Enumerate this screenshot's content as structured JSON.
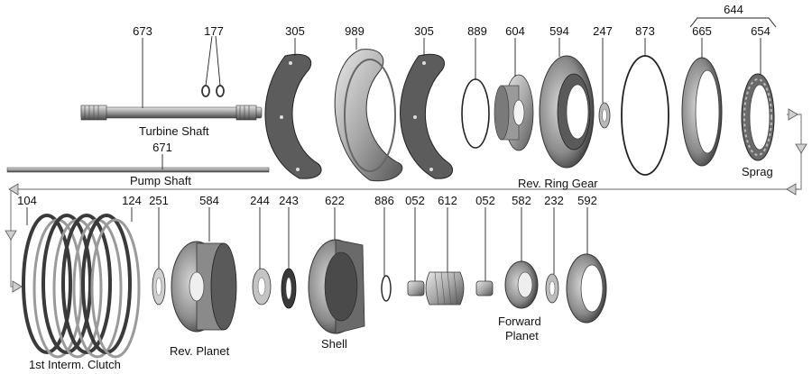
{
  "diagram": {
    "top_row": {
      "part_numbers": {
        "turbine_shaft": "673",
        "snap_rings": "177",
        "gasket_left": "305",
        "plate": "989",
        "gasket_right": "305",
        "snap_ring": "889",
        "pump_hub": "604",
        "rev_ring_gear": "594",
        "washer": "247",
        "large_snap_ring": "873",
        "race": "665",
        "sprag": "654",
        "sprag_assembly": "644",
        "pump_shaft": "671"
      },
      "labels": {
        "turbine_shaft": "Turbine Shaft",
        "pump_shaft": "Pump Shaft",
        "rev_ring_gear": "Rev. Ring Gear",
        "sprag": "Sprag"
      }
    },
    "bottom_row": {
      "part_numbers": {
        "clutch_start": "104",
        "clutch_end": "124",
        "thrust_washer": "251",
        "rev_planet": "584",
        "washer_a": "244",
        "washer_b": "243",
        "shell": "622",
        "snap_ring": "886",
        "bearing_left": "052",
        "sun_gear": "612",
        "bearing_right": "052",
        "forward_planet": "582",
        "washer_c": "232",
        "ring_gear": "592"
      },
      "labels": {
        "clutch": "1st Interm. Clutch",
        "rev_planet": "Rev. Planet",
        "shell": "Shell",
        "forward_planet_line1": "Forward",
        "forward_planet_line2": "Planet"
      }
    },
    "colors": {
      "background": "#ffffff",
      "ink": "#111111",
      "flow_line": "#9a9a9a",
      "metal_light": "#c8c8c8",
      "metal_mid": "#8e8e8e",
      "metal_dark": "#3a3a3a",
      "friction": "#4a4a4a"
    }
  }
}
